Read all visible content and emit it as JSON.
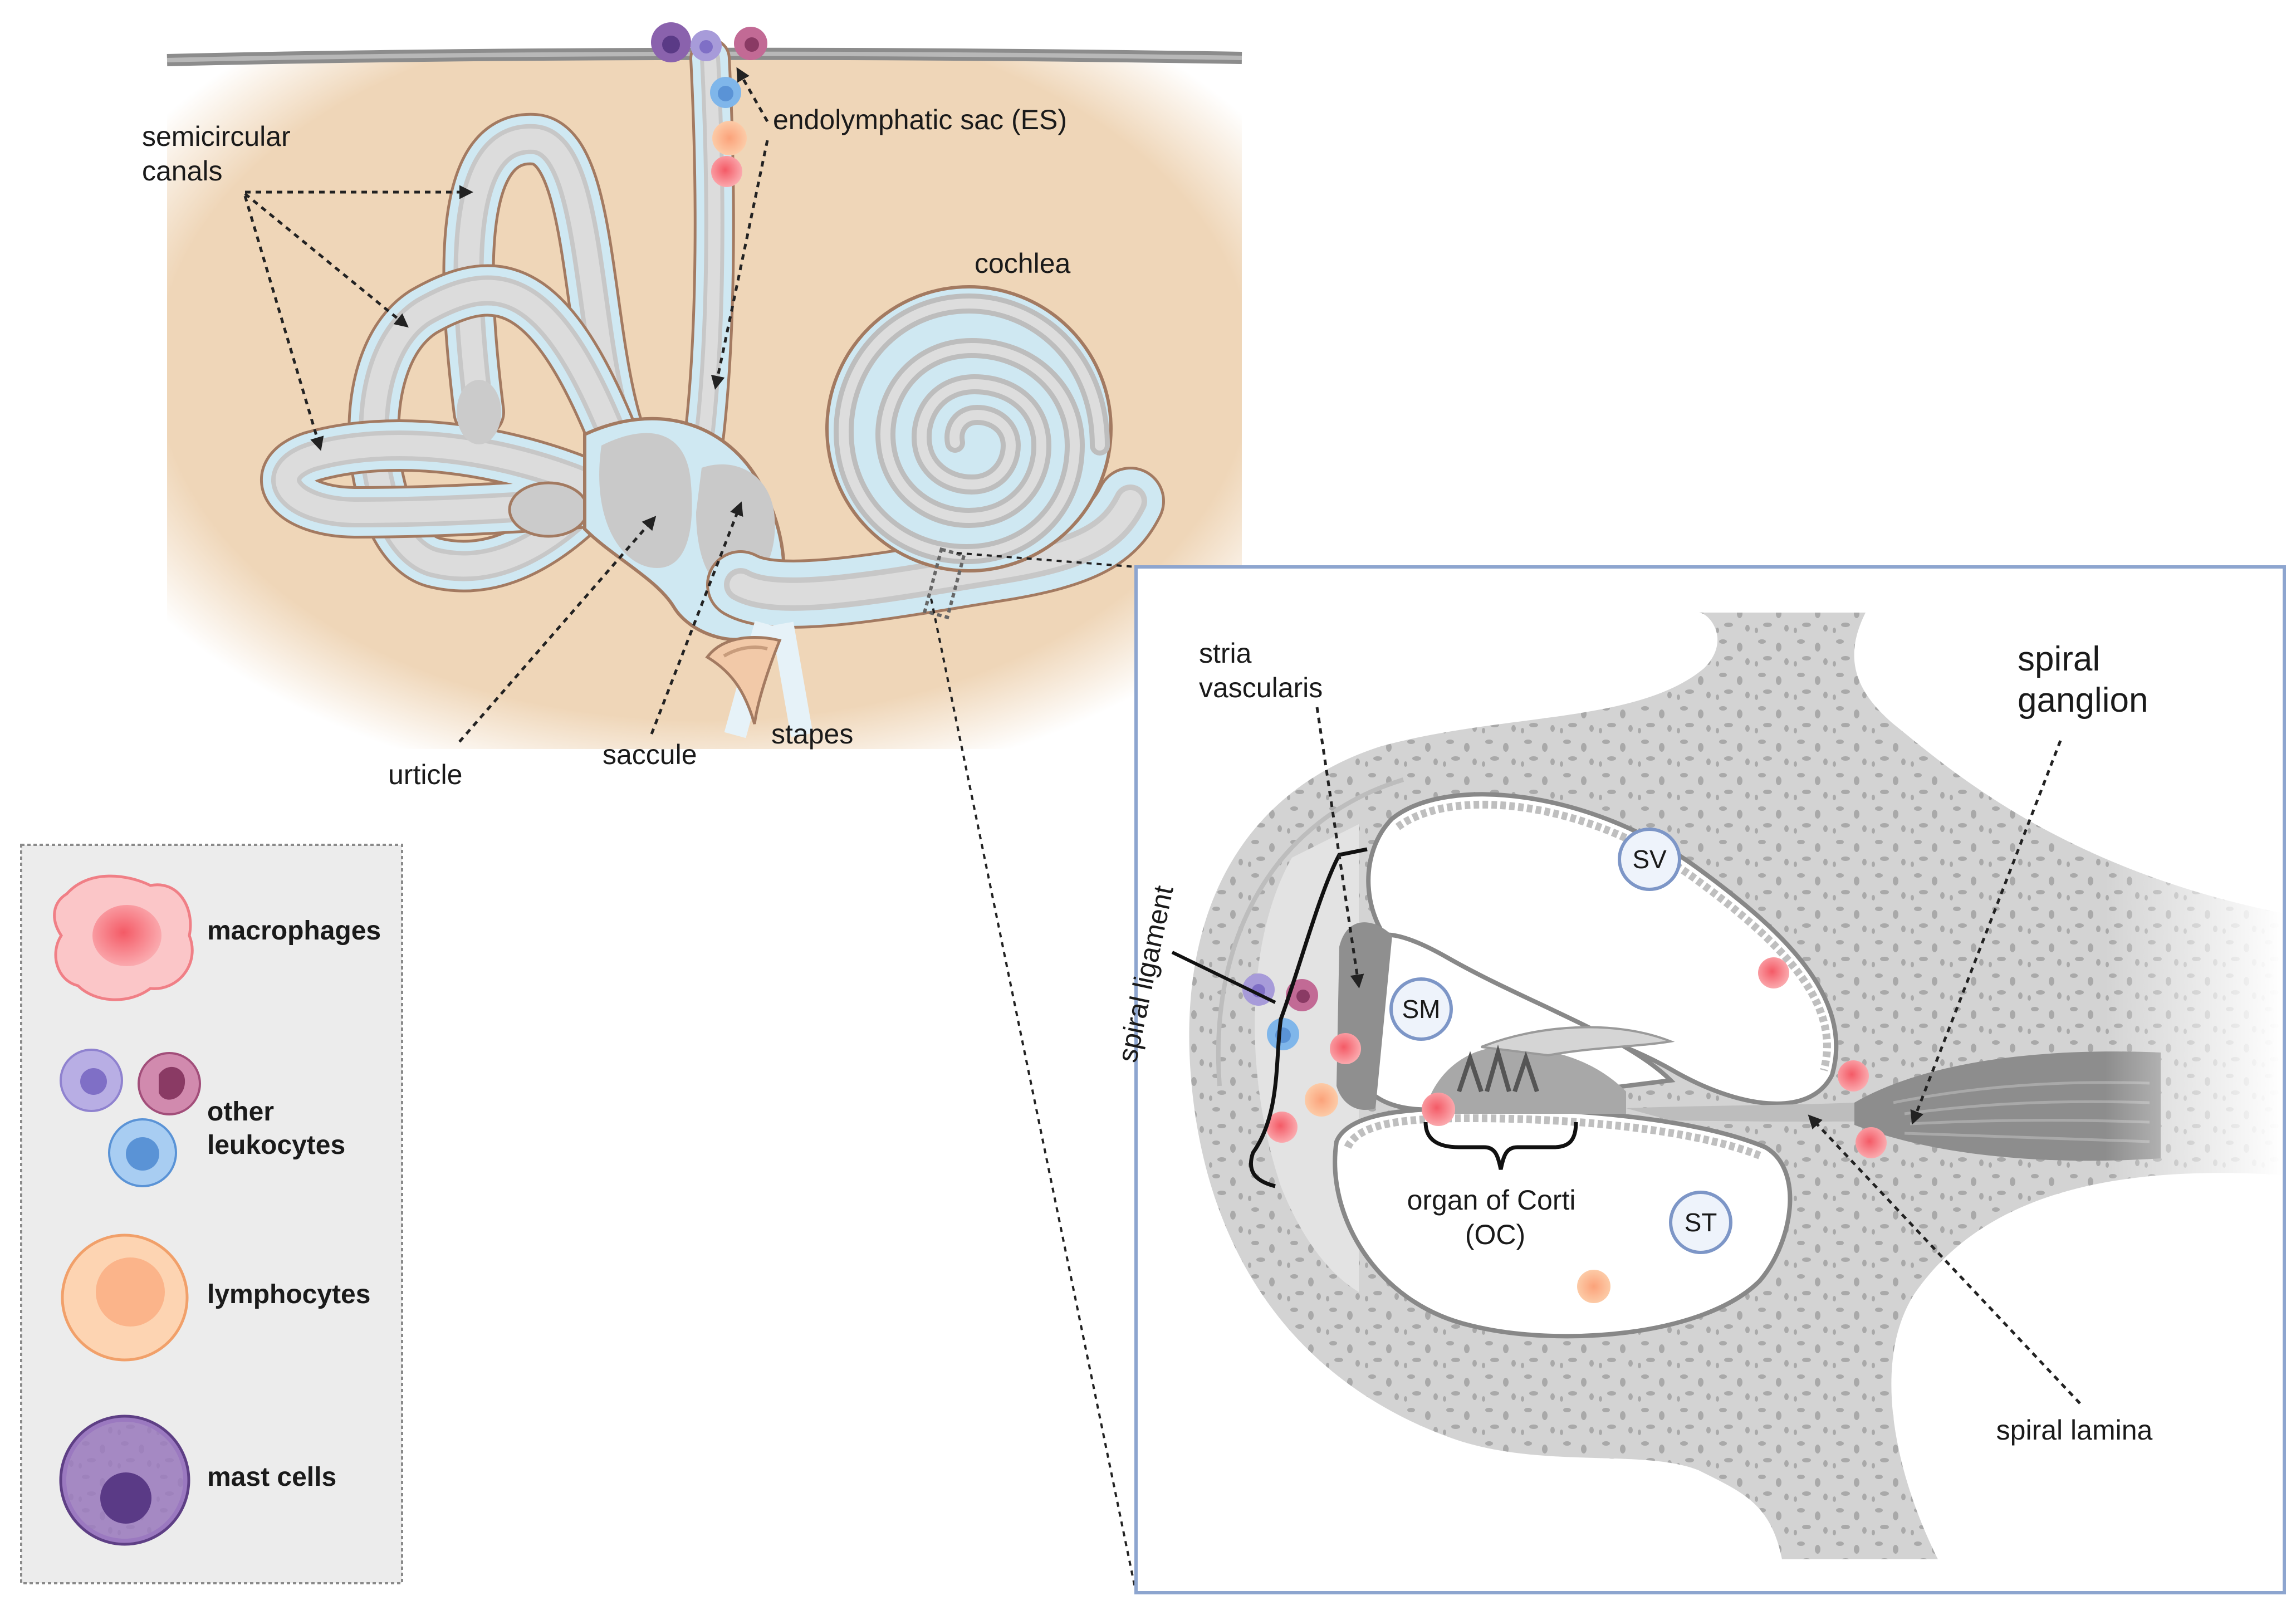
{
  "labels": {
    "semicircular_canals": [
      "semicircular",
      "canals"
    ],
    "endolymphatic_sac": "endolymphatic sac (ES)",
    "cochlea": "cochlea",
    "urticle": "urticle",
    "saccule": "saccule",
    "stapes": "stapes",
    "stria_vascularis": [
      "stria",
      "vascularis"
    ],
    "spiral_ganglion": [
      "spiral",
      "ganglion"
    ],
    "spiral_ligament": "spiral ligament",
    "organ_of_corti": [
      "organ of Corti",
      "(OC)"
    ],
    "spiral_lamina": "spiral lamina",
    "sv": "SV",
    "sm": "SM",
    "st": "ST"
  },
  "legend": {
    "items": [
      {
        "label": [
          "macrophages"
        ],
        "icon": "macrophage-icon"
      },
      {
        "label": [
          "other",
          "leukocytes"
        ],
        "icon": "leukocyte-icon"
      },
      {
        "label": [
          "lymphocytes"
        ],
        "icon": "lymphocyte-icon"
      },
      {
        "label": [
          "mast cells"
        ],
        "icon": "mast-cell-icon"
      }
    ]
  },
  "colors": {
    "bone": "#efd6b8",
    "perilymph": "#cfe8f2",
    "membrane": "#d9d9d9",
    "macrophage": "#f07f86",
    "leukocyte_purple": "#a79bd9",
    "leukocyte_magenta": "#c26a95",
    "leukocyte_blue": "#7fb6ea",
    "lymphocyte": "#fbb887",
    "mast_cell": "#8a62ad",
    "inset_border": "#8da5cf"
  }
}
